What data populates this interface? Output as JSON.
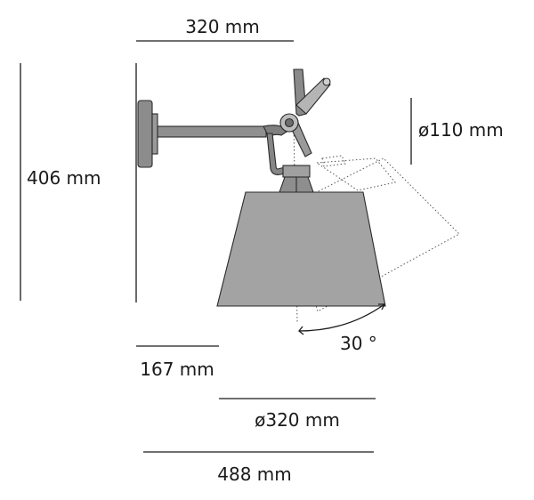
{
  "dimensions": {
    "top_width": "320 mm",
    "height": "406 mm",
    "head_diameter": "ø110 mm",
    "angle": "30 °",
    "wall_offset": "167 mm",
    "shade_diameter": "ø320 mm",
    "total_depth": "488 mm"
  },
  "colors": {
    "line": "#1a1a1a",
    "shade_fill": "#a3a3a3",
    "metal_fill": "#8c8c8c",
    "dotted": "#555555"
  }
}
